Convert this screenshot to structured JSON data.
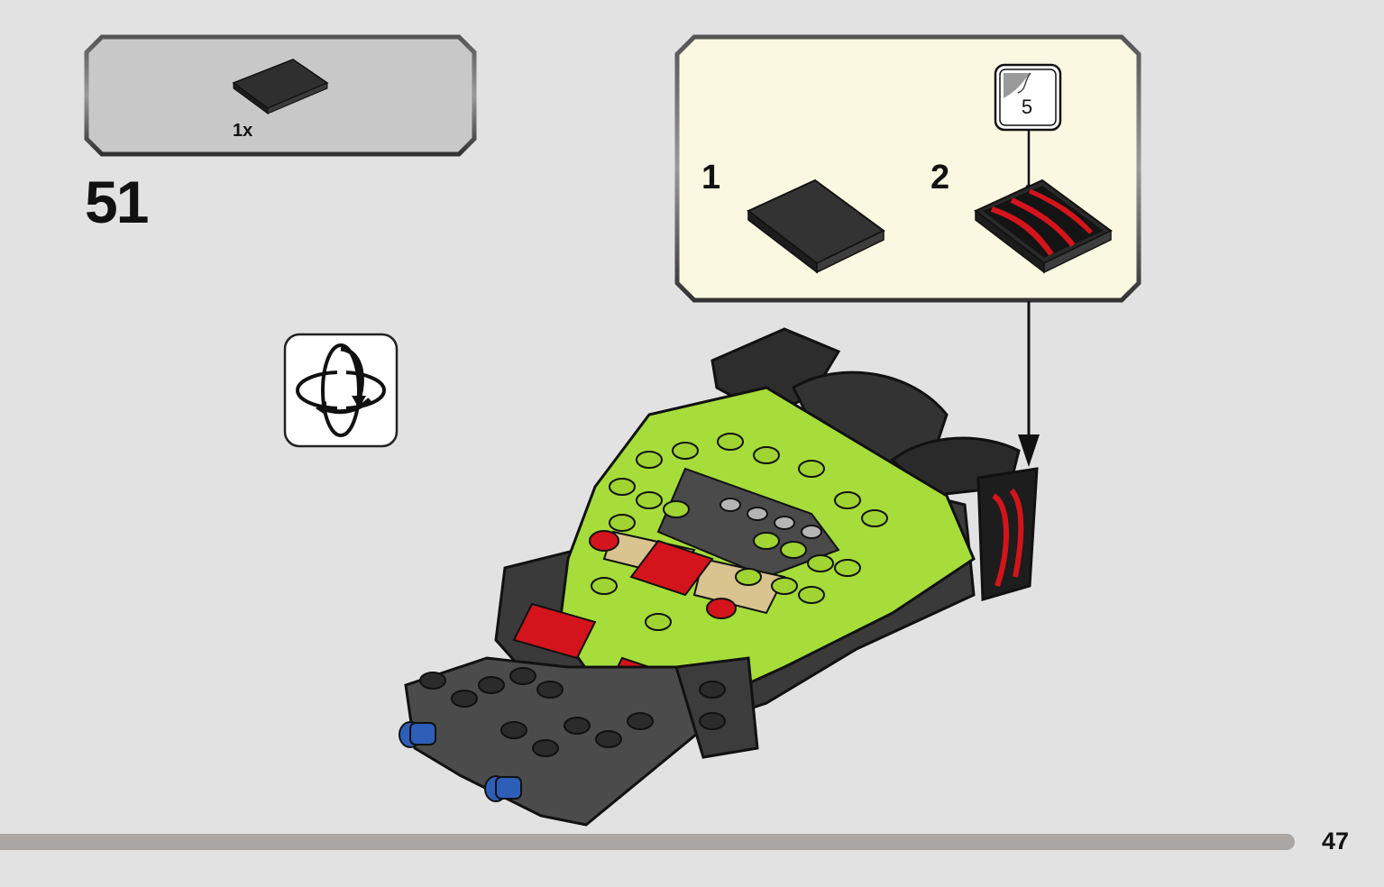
{
  "parts_list": {
    "quantity_label": "1x",
    "part": "flat-tile-black-2x3"
  },
  "step": {
    "number": "51"
  },
  "callout": {
    "substeps": [
      {
        "number": "1",
        "part": "flat-tile-black-2x3"
      },
      {
        "number": "2",
        "part": "flat-tile-black-2x3-with-red-claw-sticker"
      }
    ],
    "sticker_number": "5"
  },
  "rotate_indicator": {
    "icon": "rotate-model-icon"
  },
  "colors": {
    "page_background": "#e2e2e2",
    "parts_box_background": "#c8c8c8",
    "callout_background": "#fbf8e1",
    "lime_green": "#a6dd3a",
    "red": "#d4141c",
    "black_brick": "#2b2b2b",
    "progress_bar": "#aaa6a3"
  },
  "footer": {
    "page_number": "47"
  }
}
